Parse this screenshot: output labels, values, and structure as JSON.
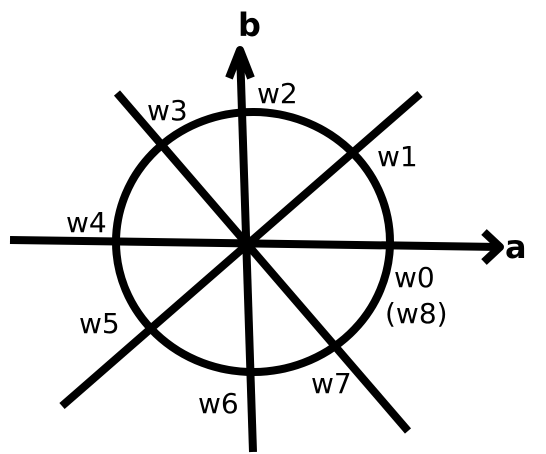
{
  "diagram": {
    "axis_a_label": "a",
    "axis_b_label": "b",
    "points": [
      {
        "id": "w0",
        "label": "w0"
      },
      {
        "id": "w8",
        "label": "(w8)"
      },
      {
        "id": "w1",
        "label": "w1"
      },
      {
        "id": "w2",
        "label": "w2"
      },
      {
        "id": "w3",
        "label": "w3"
      },
      {
        "id": "w4",
        "label": "w4"
      },
      {
        "id": "w5",
        "label": "w5"
      },
      {
        "id": "w6",
        "label": "w6"
      },
      {
        "id": "w7",
        "label": "w7"
      }
    ]
  }
}
